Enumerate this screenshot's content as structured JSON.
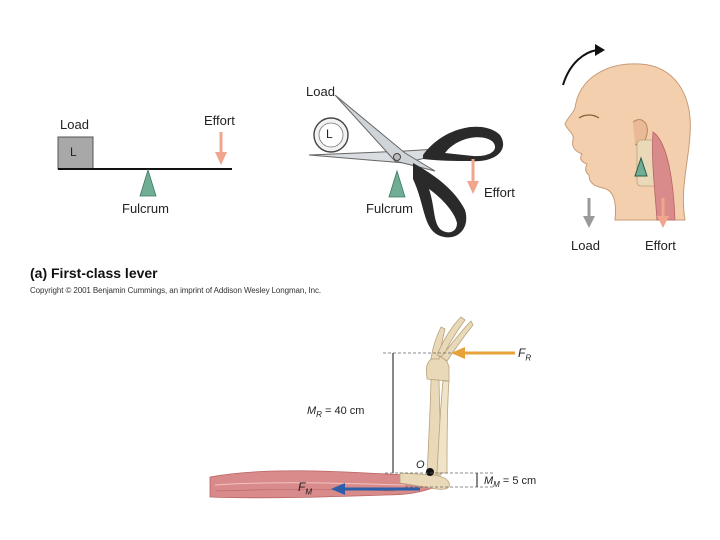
{
  "panel_simple": {
    "load_label": "Load",
    "load_box_letter": "L",
    "effort_label": "Effort",
    "fulcrum_label": "Fulcrum"
  },
  "panel_scissors": {
    "load_label": "Load",
    "load_ring_letter": "L",
    "effort_label": "Effort",
    "fulcrum_label": "Fulcrum"
  },
  "panel_head": {
    "load_label": "Load",
    "effort_label": "Effort"
  },
  "caption": "(a) First-class lever",
  "copyright": "Copyright © 2001 Benjamin Cummings, an imprint of Addison Wesley Longman, Inc.",
  "arm_diagram": {
    "fr_label": "F",
    "fr_sub": "R",
    "fm_label": "F",
    "fm_sub": "M",
    "mr_label": "M",
    "mr_sub": "R",
    "mr_value": " = 40 cm",
    "mm_label": "M",
    "mm_sub": "M",
    "mm_value": " = 5 cm",
    "pivot_label": "O"
  },
  "colors": {
    "fulcrum": "#6fae94",
    "effort_arrow": "#f1a58c",
    "load_arrow": "#9a9a9a",
    "fr_arrow": "#e8a23a",
    "fm_arrow": "#2d5ea8",
    "muscle": "#d98a8a",
    "bone": "#e9d9b9",
    "skin": "#f3cfae"
  }
}
